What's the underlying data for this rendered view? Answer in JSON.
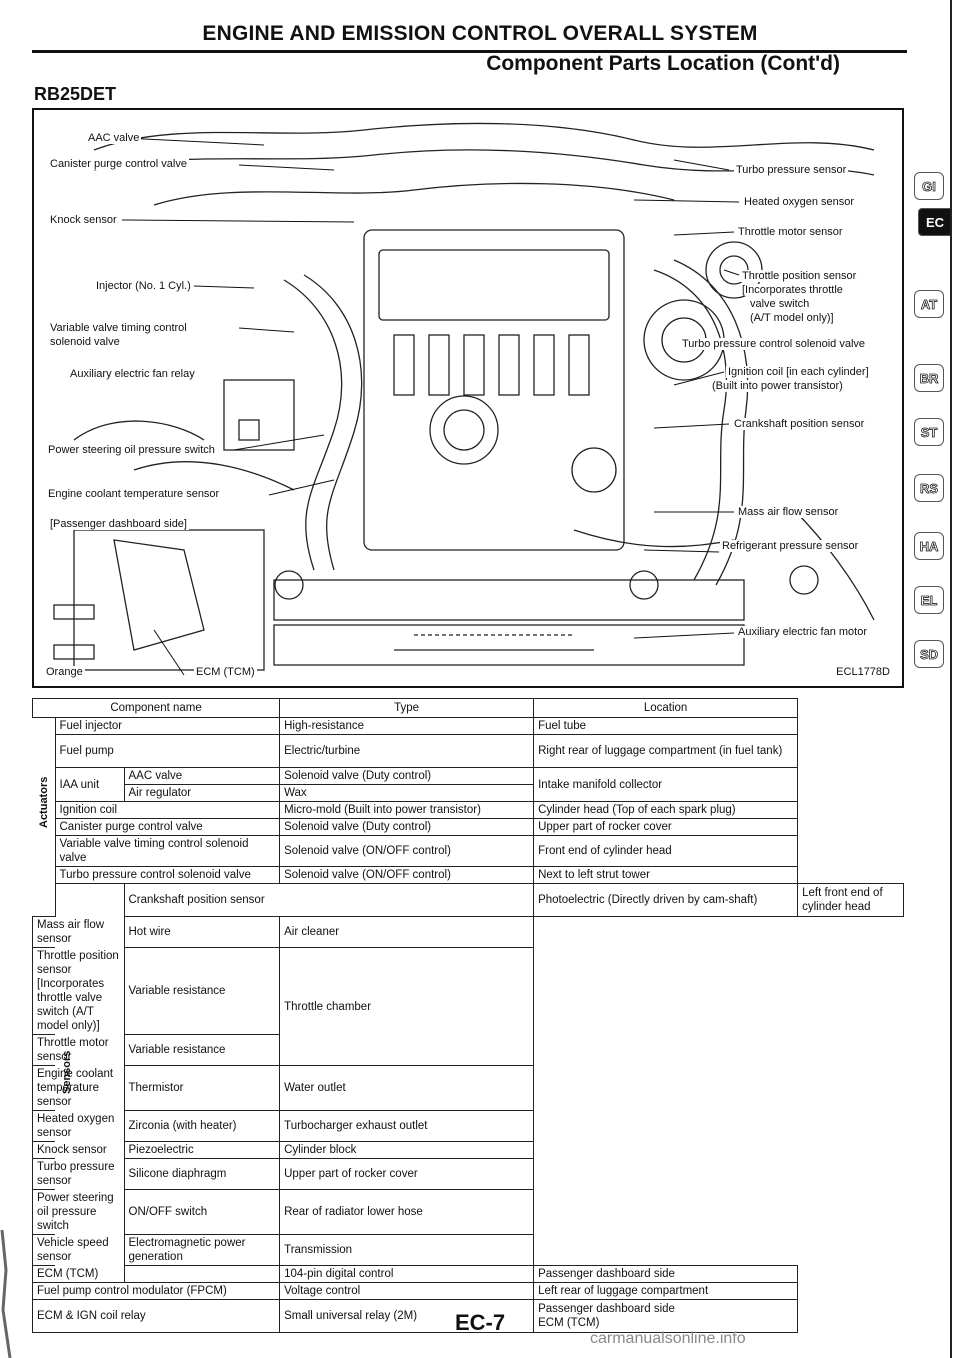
{
  "header": {
    "title": "ENGINE AND EMISSION CONTROL OVERALL SYSTEM",
    "subtitle": "Component Parts Location (Cont'd)",
    "engine_code": "RB25DET"
  },
  "diagram": {
    "labels": {
      "aac_valve": "AAC valve",
      "canister_purge": "Canister purge control valve",
      "knock_sensor": "Knock sensor",
      "injector": "Injector (No. 1 Cyl.)",
      "variable_valve": "Variable valve timing control",
      "solenoid_valve": "solenoid valve",
      "aux_fan_relay": "Auxiliary electric fan relay",
      "ps_switch": "Power steering oil pressure switch",
      "coolant_sensor": "Engine coolant temperature sensor",
      "passenger_side": "[Passenger dashboard side]",
      "ecm_tcm": "ECM (TCM)",
      "orange": "Orange",
      "turbo_sensor": "Turbo pressure sensor",
      "heated_o2": "Heated oxygen sensor",
      "throttle_motor": "Throttle motor sensor",
      "tps_1": "Throttle position sensor",
      "tps_2": "[Incorporates throttle",
      "tps_3": "valve switch",
      "tps_4": "(A/T model only)]",
      "turbo_solenoid": "Turbo pressure control solenoid valve",
      "ign_coil_1": "Ignition coil [in each cylinder]",
      "ign_coil_2": "(Built into power transistor)",
      "crank_sensor": "Crankshaft position sensor",
      "maf_sensor": "Mass air flow sensor",
      "refrig_sensor": "Refrigerant pressure sensor",
      "aux_fan_motor": "Auxiliary electric fan motor",
      "code": "ECL1778D"
    }
  },
  "side_tabs": [
    "GI",
    "EC",
    "AT",
    "BR",
    "ST",
    "RS",
    "HA",
    "EL",
    "SD"
  ],
  "table": {
    "headers": [
      "Component name",
      "Type",
      "Location"
    ],
    "groups": {
      "actuators": "Actuators",
      "sensors": "Sensors"
    },
    "rows": {
      "fuel_injector": [
        "Fuel injector",
        "High-resistance",
        "Fuel tube"
      ],
      "fuel_pump": [
        "Fuel pump",
        "Electric/turbine",
        "Right rear of luggage compartment (in fuel tank)"
      ],
      "iaa_unit": "IAA unit",
      "aac_valve": [
        "AAC valve",
        "Solenoid valve (Duty control)"
      ],
      "air_regulator": [
        "Air regulator",
        "Wax"
      ],
      "iaa_location": "Intake manifold collector",
      "ignition_coil": [
        "Ignition coil",
        "Micro-mold (Built into power transistor)",
        "Cylinder head (Top of each spark plug)"
      ],
      "canister": [
        "Canister purge control valve",
        "Solenoid valve (Duty control)",
        "Upper part of rocker cover"
      ],
      "vvt": [
        "Variable valve timing control solenoid valve",
        "Solenoid valve (ON/OFF control)",
        "Front end of cylinder head"
      ],
      "turbo_solenoid": [
        "Turbo pressure control solenoid valve",
        "Solenoid valve (ON/OFF control)",
        "Next to left strut tower"
      ],
      "crank": [
        "Crankshaft position sensor",
        "Photoelectric (Directly driven by cam-shaft)",
        "Left front end of cylinder head"
      ],
      "maf": [
        "Mass air flow sensor",
        "Hot wire",
        "Air cleaner"
      ],
      "tps": [
        "Throttle position sensor [Incorporates throttle valve switch (A/T model only)]",
        "Variable resistance"
      ],
      "throttle_motor": [
        "Throttle motor sensor",
        "Variable resistance"
      ],
      "throttle_location": "Throttle chamber",
      "coolant": [
        "Engine coolant temperature sensor",
        "Thermistor",
        "Water outlet"
      ],
      "heated_o2": [
        "Heated oxygen sensor",
        "Zirconia (with heater)",
        "Turbocharger exhaust outlet"
      ],
      "knock": [
        "Knock sensor",
        "Piezoelectric",
        "Cylinder block"
      ],
      "turbo_sensor": [
        "Turbo pressure sensor",
        "Silicone diaphragm",
        "Upper part of rocker cover"
      ],
      "ps_switch": [
        "Power steering oil pressure switch",
        "ON/OFF switch",
        "Rear of radiator lower hose"
      ],
      "vss": [
        "Vehicle speed sensor",
        "Electromagnetic power generation",
        "Transmission"
      ],
      "ecm": [
        "ECM (TCM)",
        "104-pin digital control",
        "Passenger dashboard side"
      ],
      "fpcm": [
        "Fuel pump control modulator (FPCM)",
        "Voltage control",
        "Left rear of luggage compartment"
      ],
      "relay": [
        "ECM & IGN coil relay",
        "Small universal relay (2M)",
        "Passenger dashboard side"
      ],
      "relay_location_2": "ECM (TCM)"
    }
  },
  "footer": {
    "page_number": "EC-7",
    "watermark": "carmanualsonline.info"
  }
}
